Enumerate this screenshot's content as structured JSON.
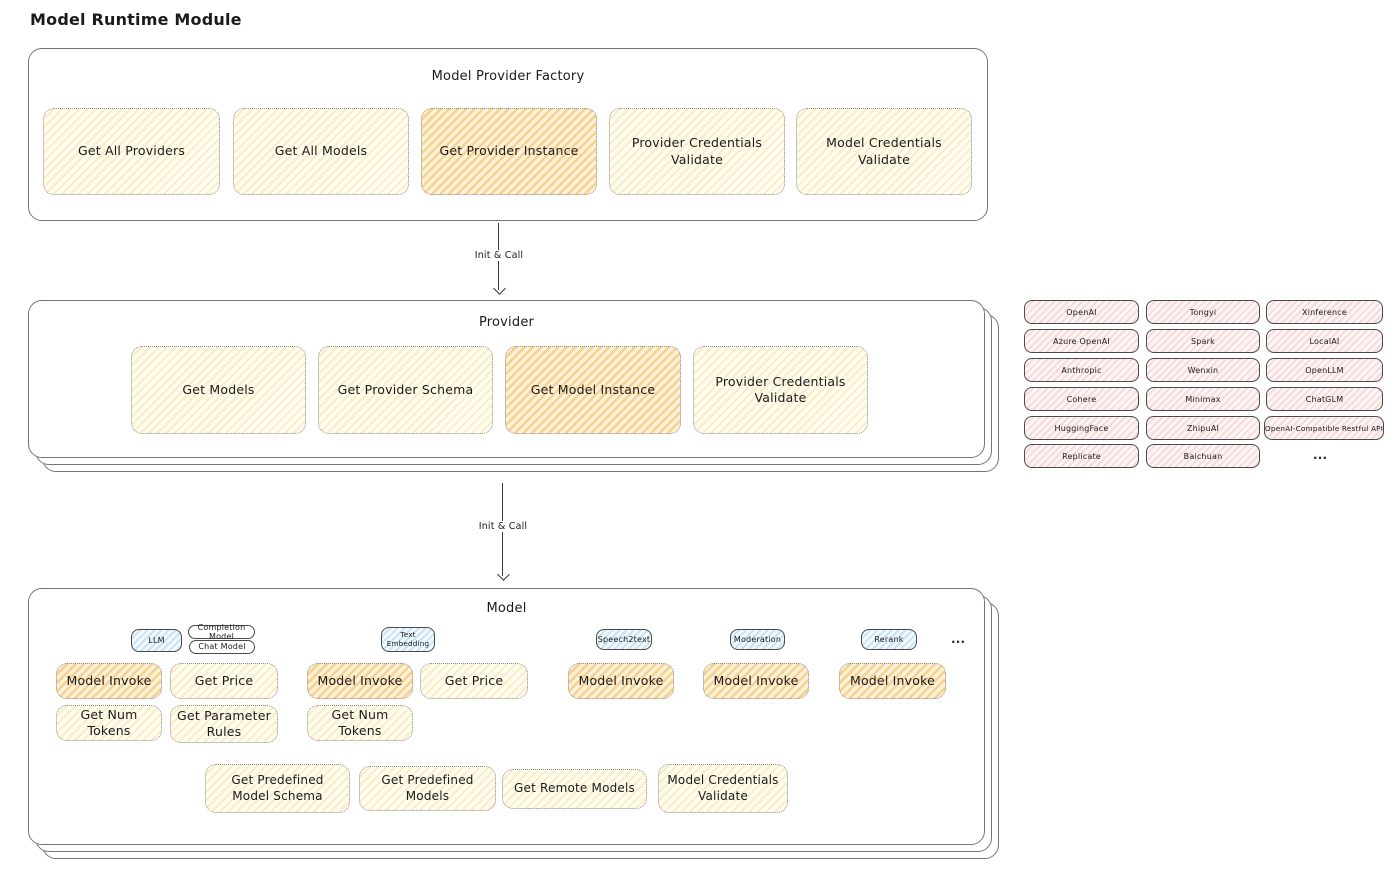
{
  "page_title": "Model Runtime Module",
  "arrows": {
    "label": "Init & Call"
  },
  "factory": {
    "title": "Model Provider Factory",
    "items": [
      {
        "label": "Get All Providers",
        "highlight": false
      },
      {
        "label": "Get All Models",
        "highlight": false
      },
      {
        "label": "Get Provider Instance",
        "highlight": true
      },
      {
        "label": "Provider Credentials Validate",
        "highlight": false
      },
      {
        "label": "Model Credentials Validate",
        "highlight": false
      }
    ]
  },
  "provider": {
    "title": "Provider",
    "items": [
      {
        "label": "Get Models",
        "highlight": false
      },
      {
        "label": "Get Provider Schema",
        "highlight": false
      },
      {
        "label": "Get Model Instance",
        "highlight": true
      },
      {
        "label": "Provider Credentials Validate",
        "highlight": false
      }
    ]
  },
  "vendors": {
    "col1": [
      "OpenAI",
      "Azure OpenAI",
      "Anthropic",
      "Cohere",
      "HuggingFace",
      "Replicate"
    ],
    "col2": [
      "Tongyi",
      "Spark",
      "Wenxin",
      "Minimax",
      "ZhipuAI",
      "Baichuan"
    ],
    "col3": [
      "Xinference",
      "LocalAI",
      "OpenLLM",
      "ChatGLM",
      "OpenAI-Compatible Restful API"
    ],
    "more": "..."
  },
  "model": {
    "title": "Model",
    "tags": {
      "llm": "LLM",
      "completion": "Completion Model",
      "chat": "Chat Model",
      "text_embedding": "Text Embedding",
      "speech2text": "Speech2text",
      "moderation": "Moderation",
      "rerank": "Rerank",
      "more": "..."
    },
    "abilities": {
      "model_invoke": "Model Invoke",
      "get_price": "Get Price",
      "get_num_tokens": "Get Num Tokens",
      "get_parameter_rules": "Get Parameter Rules"
    },
    "bottom": [
      {
        "label": "Get Predefined Model Schema"
      },
      {
        "label": "Get Predefined Models"
      },
      {
        "label": "Get Remote Models"
      },
      {
        "label": "Model Credentials Validate"
      }
    ]
  },
  "colors": {
    "highlight_fill": "#f3c578",
    "plain_fill": "#fdf6e0",
    "tag_blue_fill": "#d9ecfa",
    "vendor_pink_fill": "#fbe9e9",
    "container_border": "#757575",
    "node_border": "#8f8f8f",
    "text": "#1b1b1b"
  }
}
